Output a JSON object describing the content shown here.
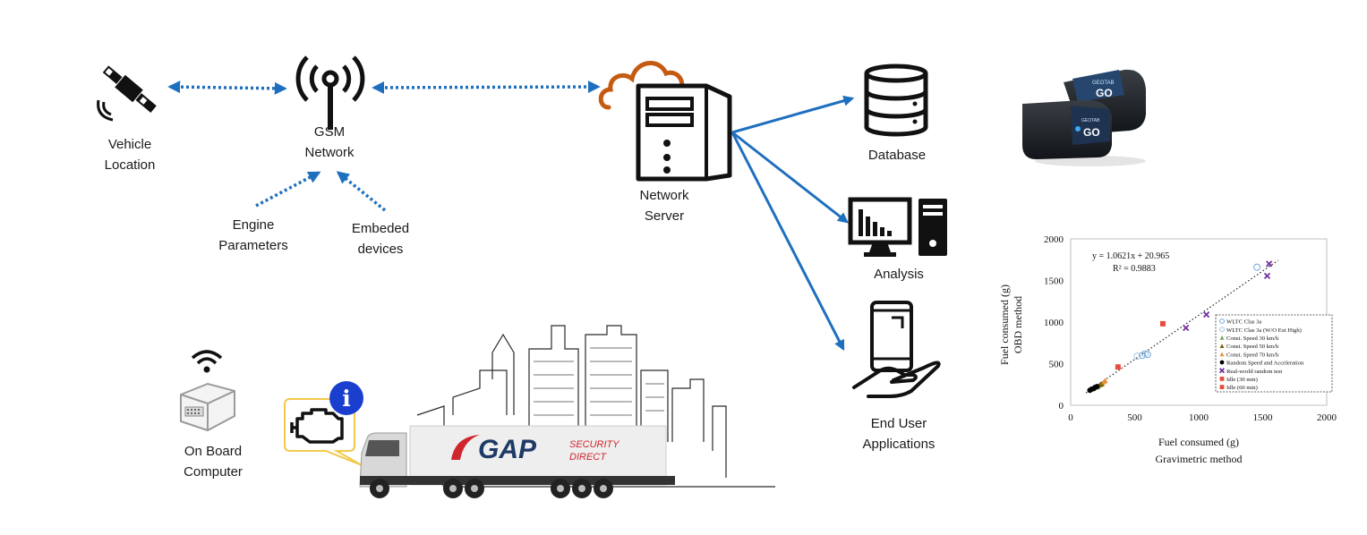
{
  "nodes": {
    "vehicle_location": {
      "line1": "Vehicle",
      "line2": "Location"
    },
    "gsm_network": {
      "line1": "GSM",
      "line2": "Network"
    },
    "engine_parameters": {
      "line1": "Engine",
      "line2": "Parameters"
    },
    "embeded_devices": {
      "line1": "Embeded",
      "line2": "devices"
    },
    "network_server": {
      "line1": "Network",
      "line2": "Server"
    },
    "database": {
      "label": "Database"
    },
    "analysis": {
      "label": "Analysis"
    },
    "end_user_applications": {
      "line1": "End User",
      "line2": "Applications"
    },
    "on_board_computer": {
      "line1": "On Board",
      "line2": "Computer"
    }
  },
  "device": {
    "brand": "GEOTAB",
    "model": "GO"
  },
  "truck": {
    "brand": "GAP",
    "tagline1": "SECURITY",
    "tagline2": "DIRECT"
  },
  "engine_bubble": {
    "info_symbol": "i"
  },
  "colors": {
    "arrow_blue": "#1f6fbf",
    "cloud_orange": "#c55a11",
    "info_blue": "#1a3fcf",
    "bubble_yellow": "#f2c94c",
    "gap_red": "#d0262e",
    "gap_navy": "#1e3a66"
  },
  "icons": [
    "satellite-icon",
    "antenna-icon",
    "cloud-icon",
    "server-icon",
    "database-icon",
    "analysis-monitor-icon",
    "tower-pc-icon",
    "phone-hand-icon",
    "wifi-icon",
    "obd-dongle-icon",
    "engine-icon",
    "info-icon",
    "city-skyline",
    "truck"
  ],
  "chart_data": {
    "type": "scatter",
    "xlabel_line1": "Fuel consumed (g)",
    "xlabel_line2": "Gravimetric method",
    "ylabel_line1": "Fuel consumed (g)",
    "ylabel_line2": "OBD method",
    "xlim": [
      0,
      2000
    ],
    "ylim": [
      0,
      2000
    ],
    "x_ticks": [
      "0",
      "500",
      "1000",
      "1500",
      "2000"
    ],
    "y_ticks": [
      "0",
      "500",
      "1000",
      "1500",
      "2000"
    ],
    "equation": "y = 1.0621x + 20.965",
    "r_squared": "R² = 0.9883",
    "trendline": {
      "slope": 1.0621,
      "intercept": 20.965,
      "style": "dotted"
    },
    "legend_position": "inside-right",
    "series": [
      {
        "name": "WLTC Clas 3a",
        "marker": "circle-open",
        "color": "#6fa8dc",
        "points": [
          [
            1455,
            1660
          ],
          [
            560,
            600
          ],
          [
            600,
            610
          ]
        ]
      },
      {
        "name": "WLTC Clas 3a (W/O Ext High)",
        "marker": "circle-open",
        "color": "#9fc5e8",
        "points": [
          [
            520,
            590
          ],
          [
            580,
            620
          ]
        ]
      },
      {
        "name": "Const. Speed 30 km/h",
        "marker": "triangle",
        "color": "#6aa84f",
        "points": [
          [
            200,
            220
          ],
          [
            215,
            230
          ]
        ]
      },
      {
        "name": "Const. Speed 50 km/h",
        "marker": "triangle",
        "color": "#7f6000",
        "points": [
          [
            230,
            250
          ],
          [
            245,
            260
          ]
        ]
      },
      {
        "name": "Const. Speed 70 km/h",
        "marker": "triangle",
        "color": "#e69138",
        "points": [
          [
            260,
            285
          ],
          [
            270,
            300
          ]
        ]
      },
      {
        "name": "Random Speed and Acceleration",
        "marker": "circle-filled",
        "color": "#000000",
        "points": [
          [
            150,
            180
          ],
          [
            165,
            195
          ],
          [
            180,
            200
          ],
          [
            190,
            215
          ],
          [
            205,
            225
          ]
        ]
      },
      {
        "name": "Real-world random test",
        "marker": "x",
        "color": "#7030a0",
        "points": [
          [
            1550,
            1700
          ],
          [
            1535,
            1555
          ],
          [
            1060,
            1090
          ],
          [
            900,
            930
          ]
        ]
      },
      {
        "name": "Idle (30 min)",
        "marker": "square",
        "color": "#e84c3d",
        "points": [
          [
            720,
            980
          ],
          [
            370,
            460
          ]
        ]
      },
      {
        "name": "Idle (60 min)",
        "marker": "square",
        "color": "#e84c3d",
        "points": []
      }
    ]
  }
}
